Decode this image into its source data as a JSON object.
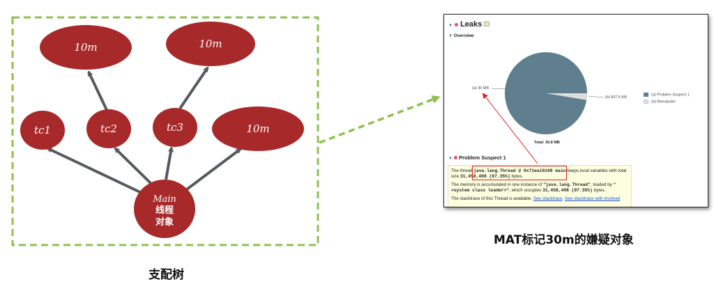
{
  "tree": {
    "caption": "支配树",
    "nodes": {
      "top_left": "10m",
      "top_right": "10m",
      "tc1": "tc1",
      "tc2": "tc2",
      "tc3": "tc3",
      "right": "10m",
      "main_line1": "Main",
      "main_line2": "线程",
      "main_line3": "对象"
    },
    "colors": {
      "node": "#a8292a",
      "edge": "#555a5e",
      "frame": "#8dc04e"
    }
  },
  "mat": {
    "caption": "MAT标记30m的嫌疑对象",
    "leaks_title": "Leaks",
    "overview_title": "Overview",
    "slice_a_label": "(a)  30 MB",
    "slice_b_label": "(b)  837.5 KB",
    "total": "Total: 30.8 MB",
    "legend": [
      {
        "label": "(a)  Problem Suspect 1",
        "color": "#5f7f8e"
      },
      {
        "label": "(b)  Remainder",
        "color": "#dddddd"
      }
    ],
    "pie": {
      "a_mb": 30,
      "b_kb": 837.5
    },
    "suspect_title": "Problem Suspect 1",
    "p1_pre": "The thread ",
    "p1_bold": "java.lang.Thread @ 0x71ea18108 main",
    "p1_mid": " keeps local variables with total size ",
    "p1_bold2": "31,458,408 (97.35%)",
    "p1_post": " bytes.",
    "p2_pre": "The memory is accumulated in one instance of ",
    "p2_bold": "\"java.lang.Thread\"",
    "p2_mid": ", loaded by ",
    "p2_bold2": "\"<system class loader>\"",
    "p2_mid2": ", which occupies ",
    "p2_bold3": "31,458,408 (97.35%)",
    "p2_post": " bytes.",
    "p3_pre": "The stacktrace of this Thread is available. ",
    "p3_link1": "See stacktrace",
    "p3_sep": ". ",
    "p3_link2": "See stacktrace with involved"
  }
}
